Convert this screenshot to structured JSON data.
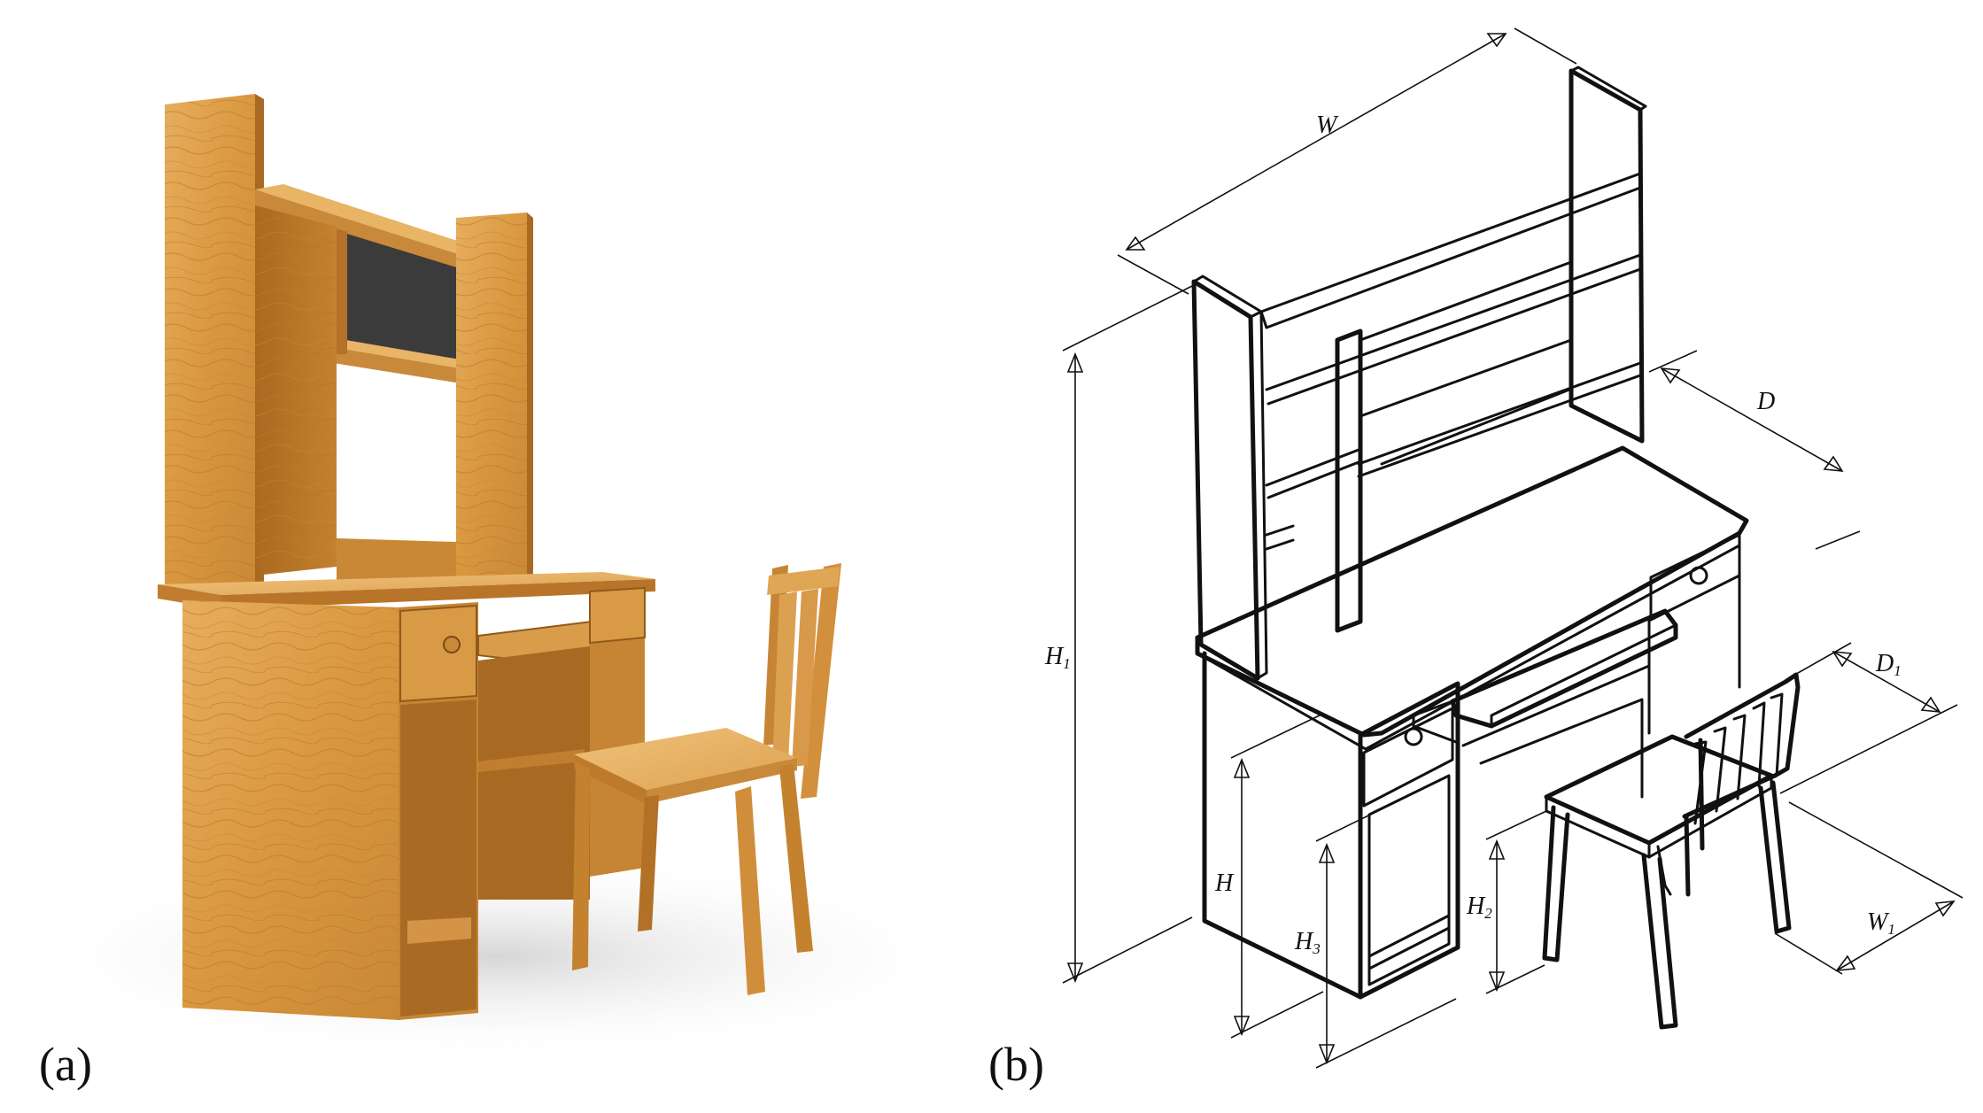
{
  "panels": {
    "a": {
      "label": "(a)"
    },
    "b": {
      "label": "(b)"
    }
  },
  "dimensions": {
    "W": {
      "main": "W",
      "sub": ""
    },
    "D": {
      "main": "D",
      "sub": ""
    },
    "H1": {
      "main": "H",
      "sub": "1"
    },
    "H": {
      "main": "H",
      "sub": ""
    },
    "H3": {
      "main": "H",
      "sub": "3"
    },
    "H2": {
      "main": "H",
      "sub": "2"
    },
    "D1": {
      "main": "D",
      "sub": "1"
    },
    "W1": {
      "main": "W",
      "sub": "1"
    }
  },
  "colors": {
    "wood_light": "#e9b566",
    "wood_mid": "#d89a45",
    "wood_dark": "#b77427",
    "wood_shadow": "#8f5a1c",
    "back_panel": "#3b3b3b",
    "floor_shadow": "#e6e6e6",
    "line": "#111111"
  }
}
